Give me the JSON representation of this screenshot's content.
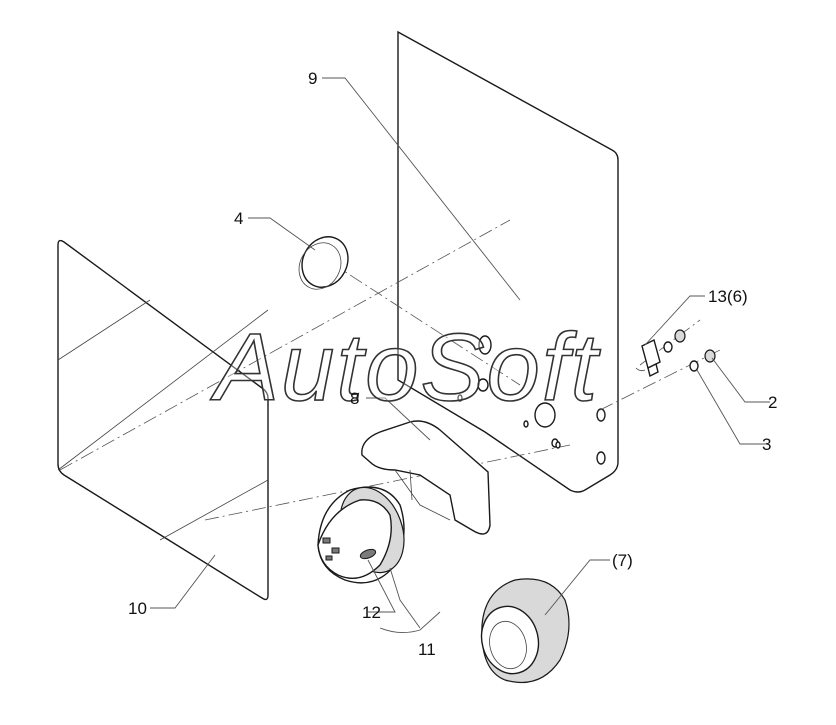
{
  "watermark": "AutoSoft",
  "callouts": {
    "c2": "2",
    "c3": "3",
    "c4": "4",
    "c7": "(7)",
    "c8": "8",
    "c9": "9",
    "c10": "10",
    "c11": "11",
    "c12": "12",
    "c13": "13(6)"
  },
  "colors": {
    "line": "#1a1a1a",
    "leader": "#555555",
    "background": "#ffffff"
  }
}
